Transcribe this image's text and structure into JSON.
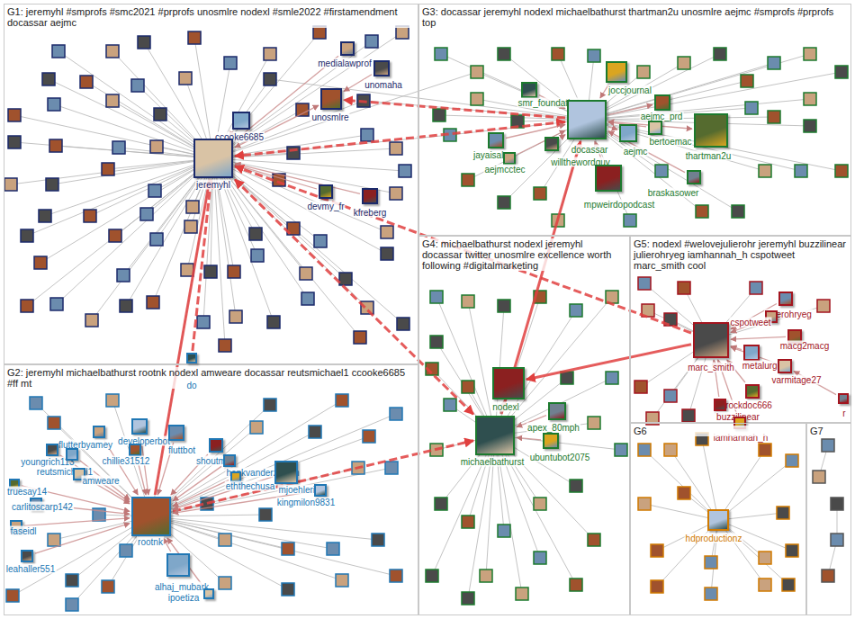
{
  "diagram": {
    "nodes": [
      {
        "text": [
          "G1: jeremyhl #smprofs #smc2021 #prprofs unosmlre nodexl #smle2022 #firstamendment docassar aejmc"
        ]
      },
      {
        "text": [
          "medialawprof"
        ],
        "in": 0
      },
      {
        "text": [
          "unomaha"
        ],
        "in": 0
      },
      {
        "text": [
          "unosmlre"
        ],
        "in": 0
      },
      {
        "text": [
          "ccooke6685"
        ],
        "in": 0
      },
      {
        "text": [
          "jeremyhl"
        ],
        "in": 0
      },
      {
        "text": [
          "devmy_fr"
        ],
        "in": 0
      },
      {
        "text": [
          "kfreberg"
        ],
        "in": 0
      },
      {
        "text": [
          "G3: docassar jeremyhl nodexl michaelbathurst thartman2u unosmlre aejmc #smprofs #prprofs top"
        ]
      },
      {
        "text": [
          "joccjournal"
        ],
        "in": 8
      },
      {
        "text": [
          "smr_foundation"
        ],
        "in": 8
      },
      {
        "text": [
          "docassar"
        ],
        "in": 8
      },
      {
        "text": [
          "jayaisales"
        ],
        "in": 8
      },
      {
        "text": [
          "aejmcctec"
        ],
        "in": 8
      },
      {
        "text": [
          "willthewordguy"
        ],
        "in": 8
      },
      {
        "text": [
          "aejmc_prd"
        ],
        "in": 8
      },
      {
        "text": [
          "aejmc"
        ],
        "in": 8
      },
      {
        "text": [
          "bertoemac"
        ],
        "in": 8
      },
      {
        "text": [
          "thartman2u"
        ],
        "in": 8
      },
      {
        "text": [
          "mpweirdopodcast"
        ],
        "in": 8
      },
      {
        "text": [
          "braskasower"
        ],
        "in": 8
      },
      {
        "text": [
          "G2: jeremyhl michaelbathurst rootnk nodexl amweare docassar reutsmichael1 ccooke6685 #ff mt"
        ]
      },
      {
        "text": [
          "do"
        ],
        "in": 21
      },
      {
        "text": [
          "developerbot"
        ],
        "in": 21
      },
      {
        "text": [
          "fluttbot"
        ],
        "in": 21
      },
      {
        "text": [
          "flutterbyamey"
        ],
        "in": 21
      },
      {
        "text": [
          "youngrich113"
        ],
        "in": 21
      },
      {
        "text": [
          "chillie31512"
        ],
        "in": 21
      },
      {
        "text": [
          "reutsmichael1"
        ],
        "in": 21
      },
      {
        "text": [
          "amweare"
        ],
        "in": 21
      },
      {
        "text": [
          "truesay14"
        ],
        "in": 21
      },
      {
        "text": [
          "shoutmgb"
        ],
        "in": 21
      },
      {
        "text": [
          "henkvanderzwaan"
        ],
        "in": 21
      },
      {
        "text": [
          "eththechusa"
        ],
        "in": 21
      },
      {
        "text": [
          "mjoehlerich"
        ],
        "in": 21
      },
      {
        "text": [
          "kingmilon9831"
        ],
        "in": 21
      },
      {
        "text": [
          "carlitoscarp142"
        ],
        "in": 21
      },
      {
        "text": [
          "faseidl"
        ],
        "in": 21
      },
      {
        "text": [
          "leahaller551"
        ],
        "in": 21
      },
      {
        "text": [
          "rootnk"
        ],
        "in": 21
      },
      {
        "text": [
          "alhaj_mubark"
        ],
        "in": 21
      },
      {
        "text": [
          "ipoetiza"
        ],
        "in": 21
      },
      {
        "text": [
          "G4: michaelbathurst nodexl jeremyhl docassar twitter unosmlre excellence worth following #digitalmarketing"
        ]
      },
      {
        "text": [
          "nodexl"
        ],
        "in": 42
      },
      {
        "text": [
          "apex_80mph"
        ],
        "in": 42
      },
      {
        "text": [
          "ubuntubot2075"
        ],
        "in": 42
      },
      {
        "text": [
          "michaelbathurst"
        ],
        "in": 42
      },
      {
        "text": [
          "G5: nodexl #welovejulierohr jeremyhl buzzilinear julierohryeg iamhannah_h cspotweet marc_smith cool"
        ]
      },
      {
        "text": [
          "julierohryeg"
        ],
        "in": 47
      },
      {
        "text": [
          "cspotweet"
        ],
        "in": 47
      },
      {
        "text": [
          "marc_smith"
        ],
        "in": 47
      },
      {
        "text": [
          "macg2macg"
        ],
        "in": 47
      },
      {
        "text": [
          "metalurge"
        ],
        "in": 47
      },
      {
        "text": [
          "varmitage27"
        ],
        "in": 47
      },
      {
        "text": [
          "rockdoc666"
        ],
        "in": 47
      },
      {
        "text": [
          "buzzilinear"
        ],
        "in": 47
      },
      {
        "text": [
          "r"
        ],
        "in": 47
      },
      {
        "text": [
          "iamhannah_h"
        ],
        "in": 47
      },
      {
        "text": [
          "G6"
        ]
      },
      {
        "text": [
          "hdproductionz"
        ],
        "in": 58
      },
      {
        "text": [
          "G7"
        ]
      }
    ],
    "edges": [
      {
        "from": 11,
        "to": 5,
        "arrow": "both"
      },
      {
        "from": 5,
        "to": 3,
        "arrow": "both"
      },
      {
        "from": 11,
        "to": 3,
        "arrow": "to"
      },
      {
        "from": 4,
        "to": 5,
        "arrow": "to"
      },
      {
        "from": 46,
        "to": 5,
        "arrow": "both"
      },
      {
        "from": 46,
        "to": 11,
        "arrow": "to"
      },
      {
        "from": 43,
        "to": 46,
        "arrow": "both"
      },
      {
        "from": 39,
        "to": 5,
        "arrow": "to"
      },
      {
        "from": 39,
        "to": 46,
        "arrow": "to"
      },
      {
        "from": 18,
        "to": 11,
        "arrow": "both"
      },
      {
        "from": 11,
        "to": 16,
        "arrow": "to"
      },
      {
        "from": 11,
        "to": 15,
        "arrow": "to"
      },
      {
        "from": 12,
        "to": 11,
        "arrow": "to"
      },
      {
        "from": 14,
        "to": 11,
        "arrow": "to"
      },
      {
        "from": 13,
        "to": 11,
        "arrow": "to"
      },
      {
        "from": 19,
        "to": 11,
        "arrow": "to"
      },
      {
        "from": 20,
        "to": 11,
        "arrow": "to"
      },
      {
        "from": 17,
        "to": 11,
        "arrow": "to"
      },
      {
        "from": 10,
        "to": 11,
        "arrow": "to"
      },
      {
        "from": 9,
        "to": 11,
        "arrow": "to"
      },
      {
        "from": 7,
        "to": 5,
        "arrow": "to"
      },
      {
        "from": 6,
        "to": 5,
        "arrow": "to"
      },
      {
        "from": 1,
        "to": 5,
        "arrow": "to"
      },
      {
        "from": 2,
        "to": 3,
        "arrow": "to"
      },
      {
        "from": 22,
        "to": 5,
        "arrow": "to"
      },
      {
        "from": 50,
        "to": 43,
        "arrow": "to"
      },
      {
        "from": 50,
        "to": 5,
        "arrow": "to"
      },
      {
        "from": 55,
        "to": 50,
        "arrow": "to"
      },
      {
        "from": 48,
        "to": 50,
        "arrow": "to"
      },
      {
        "from": 49,
        "to": 50,
        "arrow": "to"
      },
      {
        "from": 52,
        "to": 50,
        "arrow": "to"
      },
      {
        "from": 51,
        "to": 50,
        "arrow": "to"
      },
      {
        "from": 53,
        "to": 50,
        "arrow": "to"
      },
      {
        "from": 54,
        "to": 50,
        "arrow": "to"
      },
      {
        "from": 57,
        "to": 50,
        "arrow": "to"
      },
      {
        "from": 56,
        "to": 53,
        "arrow": "to"
      },
      {
        "from": 44,
        "to": 46,
        "arrow": "to"
      },
      {
        "from": 45,
        "to": 46,
        "arrow": "to"
      },
      {
        "from": 23,
        "to": 39,
        "arrow": "to"
      },
      {
        "from": 24,
        "to": 39,
        "arrow": "to"
      },
      {
        "from": 25,
        "to": 39,
        "arrow": "to"
      },
      {
        "from": 26,
        "to": 39,
        "arrow": "to"
      },
      {
        "from": 27,
        "to": 39,
        "arrow": "to"
      },
      {
        "from": 28,
        "to": 39,
        "arrow": "to"
      },
      {
        "from": 29,
        "to": 39,
        "arrow": "to"
      },
      {
        "from": 30,
        "to": 39,
        "arrow": "to"
      },
      {
        "from": 31,
        "to": 39,
        "arrow": "to"
      },
      {
        "from": 32,
        "to": 39,
        "arrow": "to"
      },
      {
        "from": 33,
        "to": 39,
        "arrow": "to"
      },
      {
        "from": 34,
        "to": 39,
        "arrow": "to"
      },
      {
        "from": 35,
        "to": 39,
        "arrow": "to"
      },
      {
        "from": 36,
        "to": 39,
        "arrow": "to"
      },
      {
        "from": 37,
        "to": 39,
        "arrow": "to"
      },
      {
        "from": 38,
        "to": 39,
        "arrow": "to"
      },
      {
        "from": 40,
        "to": 39,
        "arrow": "to"
      },
      {
        "from": 41,
        "to": 39,
        "arrow": "to"
      }
    ]
  }
}
